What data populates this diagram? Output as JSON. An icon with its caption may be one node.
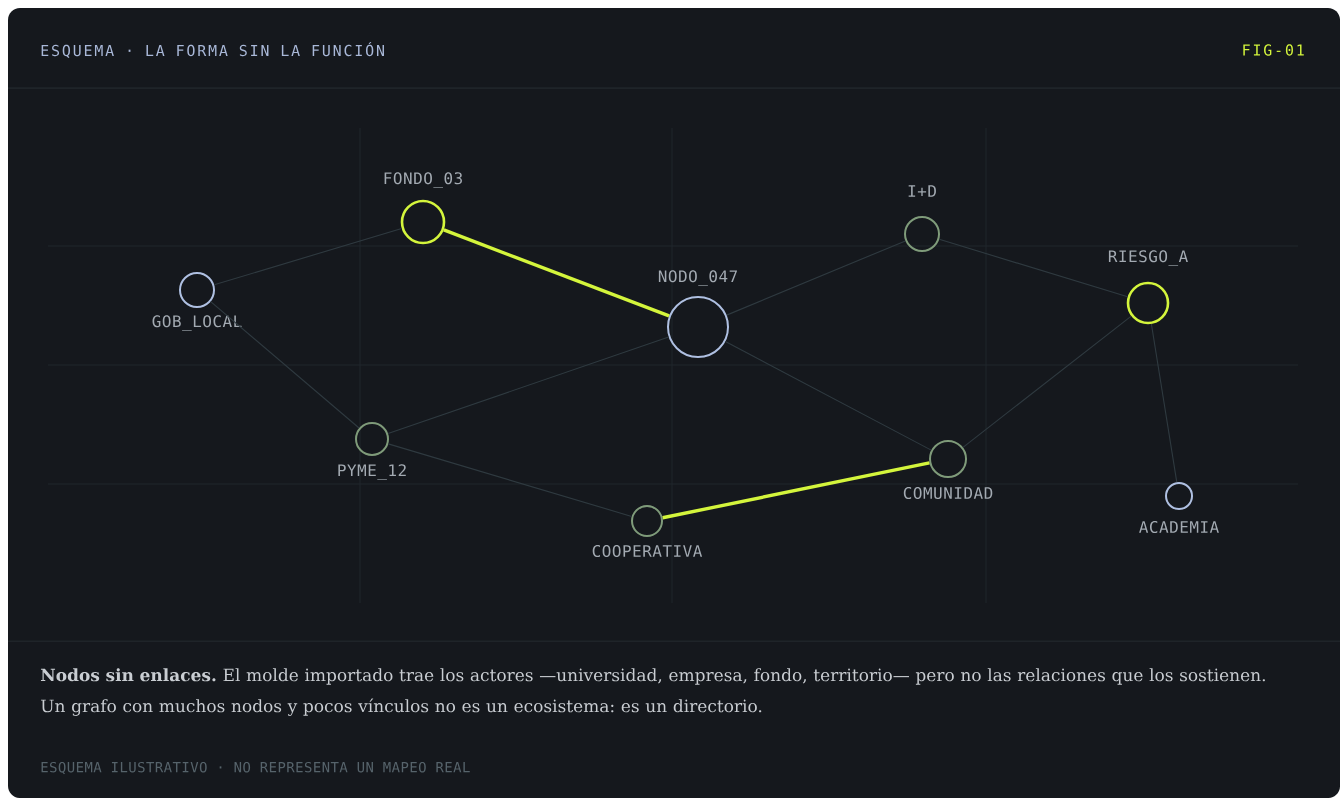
{
  "diagram": {
    "title": "ESQUEMA · LA FORMA SIN LA FUNCIÓN",
    "caption": "**Nodos sin enlaces.** El molde importado trae los actores —universidad, empresa, fondo, territorio— pero no las relaciones que los sostienen. Un grafo con muchos nodos y pocos vínculos no es un ecosistema: es un directorio.",
    "nodes": [
      {
        "text": [
          "FONDO_03"
        ]
      },
      {
        "text": [
          "I+D"
        ]
      },
      {
        "text": [
          "GOB_LOCAL"
        ]
      },
      {
        "text": [
          "RIESGO_A"
        ]
      },
      {
        "text": [
          "NODO_047"
        ]
      },
      {
        "text": [
          "PYME_12"
        ]
      },
      {
        "text": [
          "COMUNIDAD"
        ]
      },
      {
        "text": [
          "ACADEMIA"
        ]
      },
      {
        "text": [
          "COOPERATIVA"
        ]
      }
    ],
    "edges": [
      {
        "from": 2,
        "to": 0,
        "arrow": "none"
      },
      {
        "from": 0,
        "to": 4,
        "arrow": "none",
        "style": "thick",
        "color": "#d4f53c"
      },
      {
        "from": 4,
        "to": 1,
        "arrow": "none"
      },
      {
        "from": 1,
        "to": 3,
        "arrow": "none"
      },
      {
        "from": 2,
        "to": 5,
        "arrow": "none"
      },
      {
        "from": 5,
        "to": 4,
        "arrow": "none"
      },
      {
        "from": 4,
        "to": 6,
        "arrow": "none"
      },
      {
        "from": 3,
        "to": 6,
        "arrow": "none"
      },
      {
        "from": 3,
        "to": 7,
        "arrow": "none"
      },
      {
        "from": 5,
        "to": 8,
        "arrow": "none"
      },
      {
        "from": 8,
        "to": 6,
        "arrow": "none",
        "style": "thick",
        "color": "#d4f53c"
      }
    ],
    "labels": [
      "FIG-01",
      "ESQUEMA ILUSTRATIVO · NO REPRESENTA UN MAPEO REAL"
    ]
  }
}
